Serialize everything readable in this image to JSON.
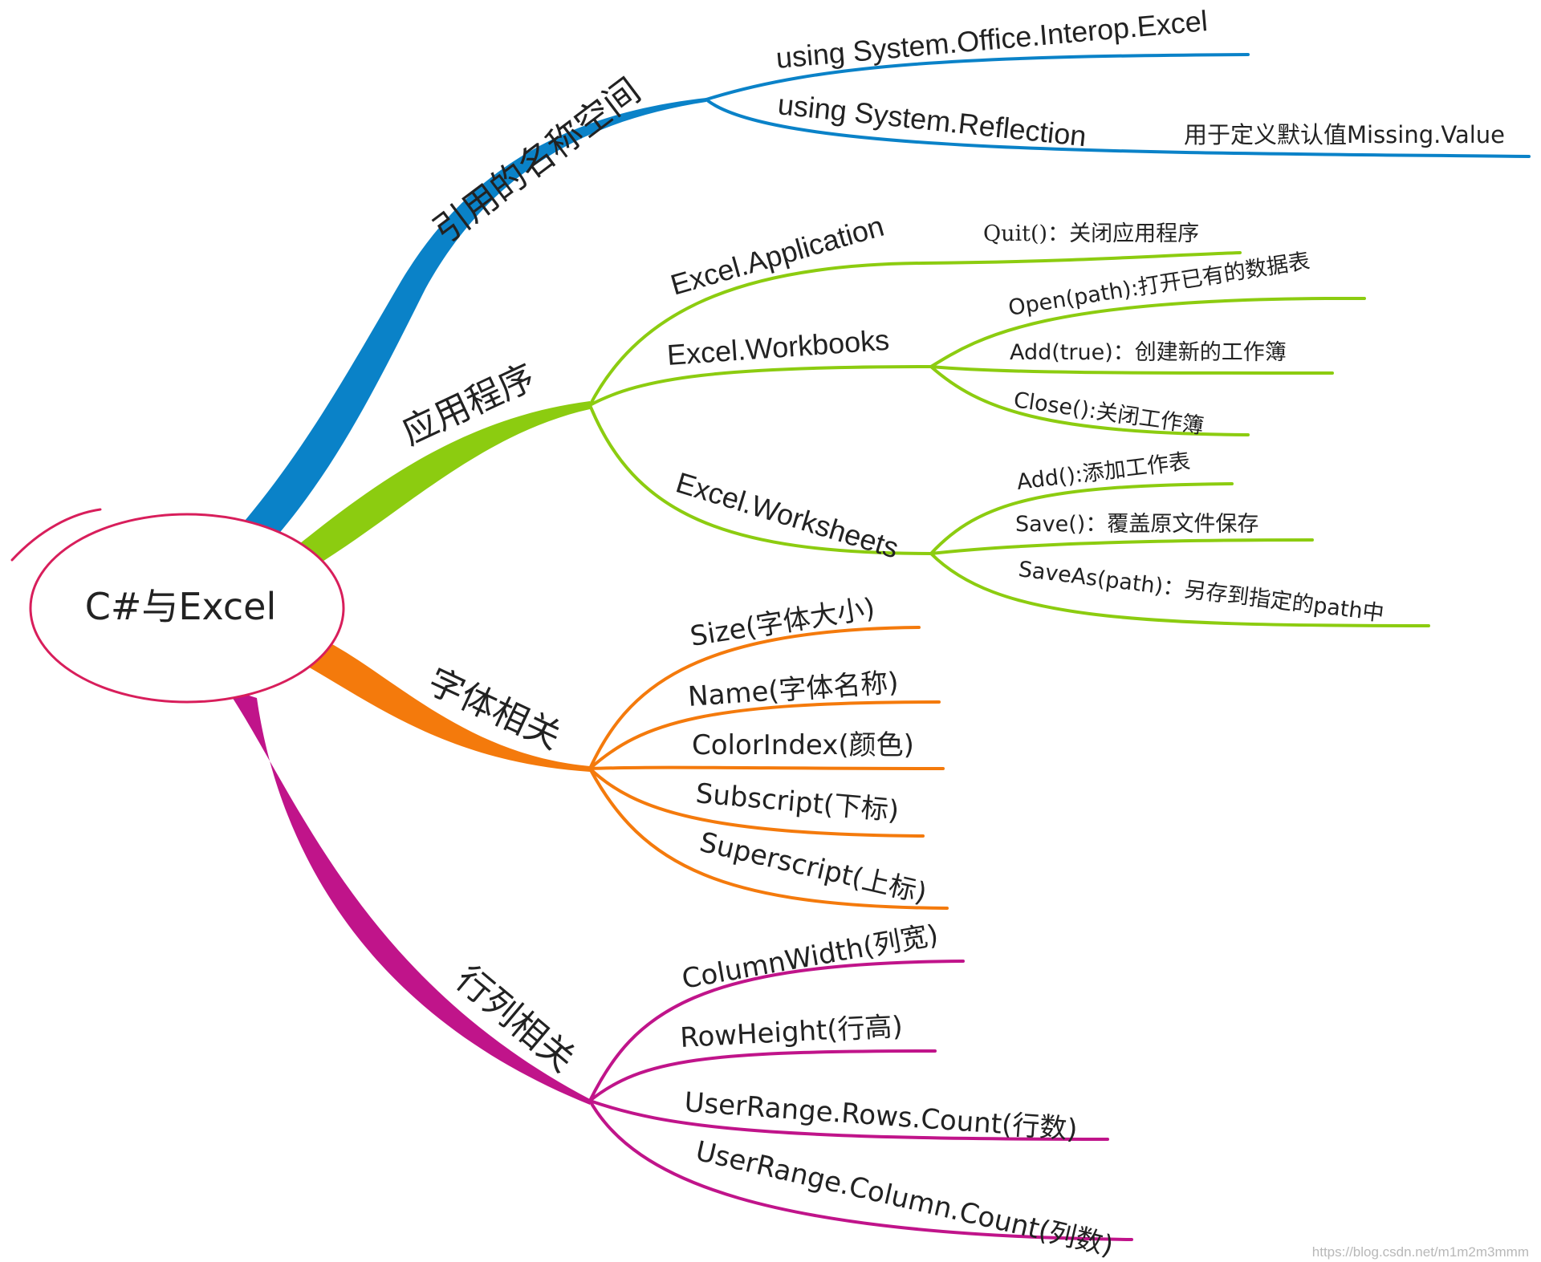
{
  "center": {
    "label": "C#与Excel",
    "outline_color": "#d81e5b"
  },
  "branches": [
    {
      "label": "引用的名称空间",
      "color": "#0a82c8",
      "children": [
        {
          "label": "using System.Office.Interop.Excel"
        },
        {
          "label": "using System.Reflection",
          "note": "用于定义默认值Missing.Value"
        }
      ]
    },
    {
      "label": "应用程序",
      "color": "#8ccc10",
      "children": [
        {
          "label": "Excel.Application",
          "children": [
            {
              "label": "Quit()：关闭应用程序"
            }
          ]
        },
        {
          "label": "Excel.Workbooks",
          "children": [
            {
              "label": "Open(path):打开已有的数据表"
            },
            {
              "label": "Add(true)：创建新的工作簿"
            },
            {
              "label": "Close():关闭工作簿"
            }
          ]
        },
        {
          "label": "Excel.Worksheets",
          "children": [
            {
              "label": "Add():添加工作表"
            },
            {
              "label": "Save()：覆盖原文件保存"
            },
            {
              "label": "SaveAs(path)：另存到指定的path中"
            }
          ]
        }
      ]
    },
    {
      "label": "字体相关",
      "color": "#f47a0c",
      "children": [
        {
          "label": "Size(字体大小)"
        },
        {
          "label": "Name(字体名称)"
        },
        {
          "label": "ColorIndex(颜色)"
        },
        {
          "label": "Subscript(下标)"
        },
        {
          "label": "Superscript(上标)"
        }
      ]
    },
    {
      "label": "行列相关",
      "color": "#c0148a",
      "children": [
        {
          "label": "ColumnWidth(列宽)"
        },
        {
          "label": "RowHeight(行高)"
        },
        {
          "label": "UserRange.Rows.Count(行数)"
        },
        {
          "label": "UserRange.Column.Count(列数)"
        }
      ]
    }
  ],
  "watermark": "https://blog.csdn.net/m1m2m3mmm"
}
